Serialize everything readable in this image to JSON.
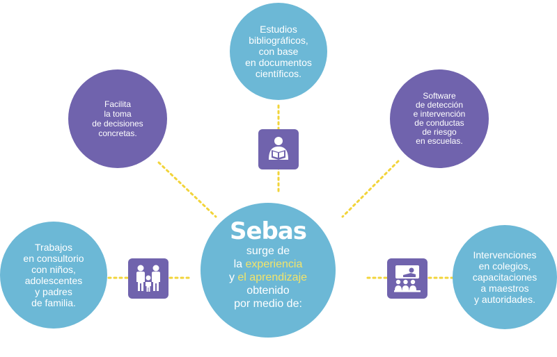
{
  "colors": {
    "blue": "#6cb8d6",
    "purple": "#7063ad",
    "connector": "#f2d43a",
    "highlight": "#f3e46a"
  },
  "center": {
    "brand": "Sebas",
    "line1": "surge de",
    "line2_plain": "la ",
    "line2_hl": "experiencia",
    "line3_plain": "y ",
    "line3_hl": "el aprendizaje",
    "line4": "obtenido",
    "line5": "por medio de:"
  },
  "nodes": {
    "top": "Estudios\nbibliográficos,\ncon base\nen documentos\ncientíficos.",
    "upper_left": "Facilita\nla toma\nde decisiones\nconcretas.",
    "upper_right": "Software\nde detección\ne intervención\nde conductas\nde riesgo\nen escuelas.",
    "left": "Trabajos\nen consultorio\ncon niños,\nadolescentes\ny padres\nde familia.",
    "right": "Intervenciones\nen colegios,\ncapacitaciones\na maestros\ny autoridades."
  },
  "icons": {
    "top": "reading-person-icon",
    "left": "family-icon",
    "right": "presentation-icon"
  }
}
